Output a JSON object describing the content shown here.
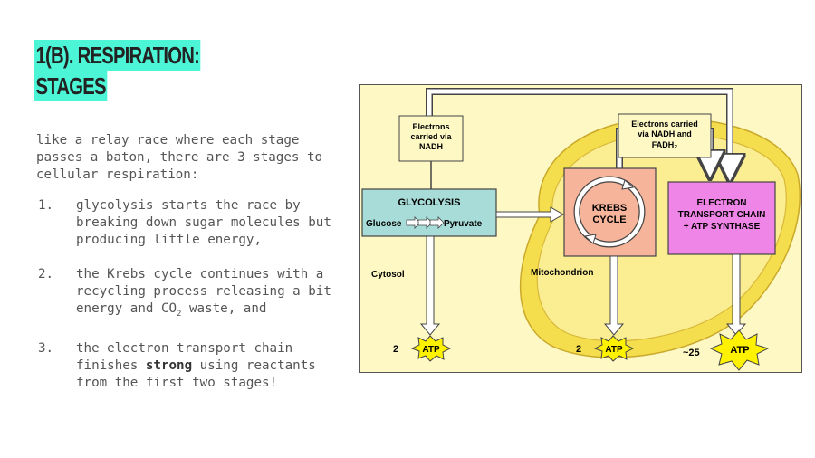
{
  "slide": {
    "title_line1": "1(B). RESPIRATION:",
    "title_line2": "STAGES",
    "intro": "like a relay race where each stage passes a baton, there are 3 stages to cellular respiration:",
    "items": [
      {
        "num": "1.",
        "text": "glycolysis starts the race by breaking down sugar molecules but producing little energy,"
      },
      {
        "num": "2.",
        "text_a": "the Krebs cycle continues with a recycling process releasing a bit energy and CO",
        "sub": "2",
        "text_b": " waste, and"
      },
      {
        "num": "3.",
        "text_a": "the electron transport chain finishes ",
        "strong": "strong",
        "text_b": " using reactants from the first two stages!"
      }
    ]
  },
  "diagram": {
    "nadh_box": [
      "Electrons",
      "carried via",
      "NADH"
    ],
    "nadh_fadh_box": [
      "Electrons carried",
      "via NADH and",
      "FADH₂"
    ],
    "glycolysis_title": "GLYCOLYSIS",
    "glucose": "Glucose",
    "pyruvate": "Pyruvate",
    "krebs": [
      "KREBS",
      "CYCLE"
    ],
    "etc": [
      "ELECTRON",
      "TRANSPORT CHAIN",
      "+ ATP SYNTHASE"
    ],
    "cytosol": "Cytosol",
    "mitochondrion": "Mitochondrion",
    "atp1_count": "2",
    "atp2_count": "2",
    "atp3_count": "~25",
    "atp_label": "ATP",
    "colors": {
      "background": "#fdf8c4",
      "mito_outer": "#f5de4e",
      "mito_inner": "#fbee92",
      "glycolysis": "#a8dcd8",
      "krebs": "#f6b49a",
      "etc": "#f085e8",
      "atp_star": "#fff200",
      "title_highlight": "#4cf5d6"
    }
  }
}
